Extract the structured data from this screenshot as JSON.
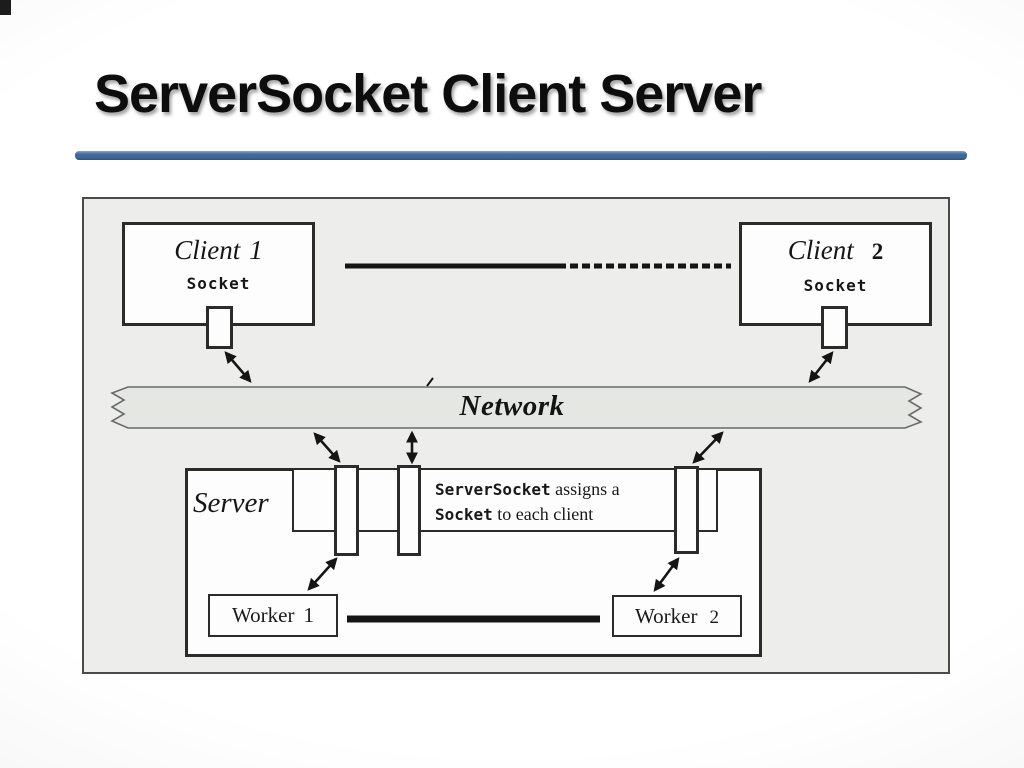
{
  "title": "ServerSocket Client Server",
  "colors": {
    "divider_blue": "#3e6a9a",
    "diagram_bg": "#ededeb",
    "network_bg": "#e4e7e2",
    "box_bg": "#fdfdfd",
    "line": "#151515"
  },
  "diagram": {
    "clients": [
      {
        "name": "Client",
        "number": "1",
        "socket": "Socket"
      },
      {
        "name": "Client",
        "number": "2",
        "socket": "Socket"
      }
    ],
    "network_label": "Network",
    "server": {
      "label": "Server",
      "note_bold1": "ServerSocket",
      "note_text1": " assigns a",
      "note_bold2": "Socket",
      "note_text2": " to each client",
      "workers": [
        {
          "name": "Worker",
          "number": "1"
        },
        {
          "name": "Worker",
          "number": "2"
        }
      ]
    }
  }
}
